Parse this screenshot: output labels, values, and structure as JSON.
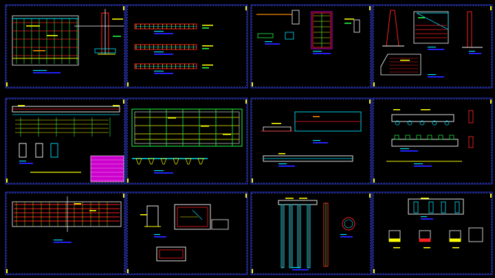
{
  "colors": {
    "background": "#000000",
    "frame": "#3344ff",
    "frame_dots": "#5566ff",
    "title_bar": "#2222ff",
    "line_red": "#ff2020",
    "line_yellow": "#ffff00",
    "line_green": "#22ff44",
    "line_cyan": "#00e5ff",
    "line_white": "#ffffff",
    "line_magenta": "#ff00ff",
    "line_orange": "#ff8800"
  },
  "sheets": [
    {
      "id": "A1",
      "kind": "wall-elevation"
    },
    {
      "id": "B1",
      "kind": "beam-strips"
    },
    {
      "id": "C1",
      "kind": "column-details"
    },
    {
      "id": "D1",
      "kind": "retaining-section"
    },
    {
      "id": "A2",
      "kind": "long-section"
    },
    {
      "id": "B2",
      "kind": "grid-plan"
    },
    {
      "id": "C2",
      "kind": "beam-elevation"
    },
    {
      "id": "D2",
      "kind": "pier-details"
    },
    {
      "id": "A3",
      "kind": "slab-plan"
    },
    {
      "id": "B3",
      "kind": "box-sections"
    },
    {
      "id": "C3",
      "kind": "pile-elevation"
    },
    {
      "id": "D3",
      "kind": "bearing-details"
    }
  ]
}
